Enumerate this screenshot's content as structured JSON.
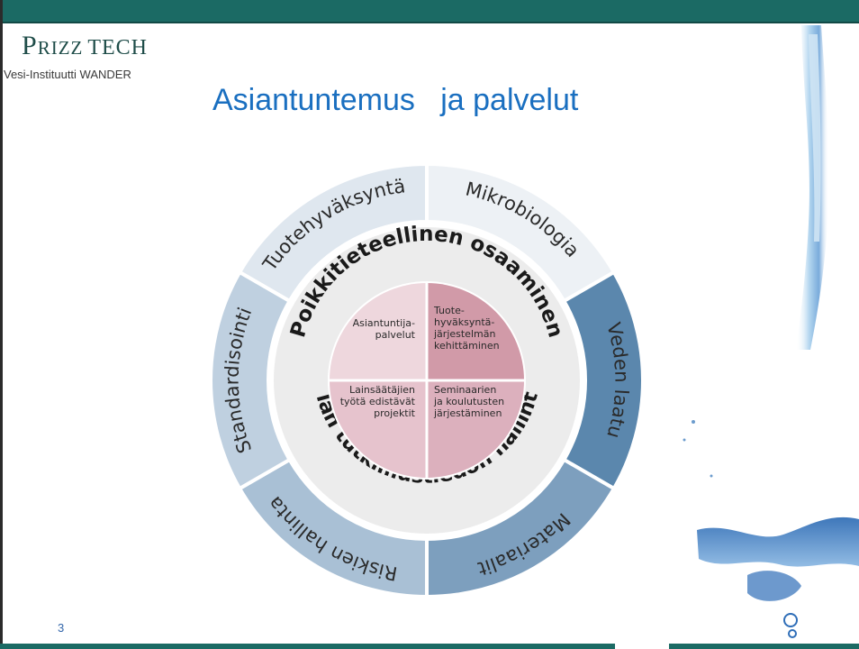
{
  "header": {
    "brand_main": "PRIZZTECH",
    "subtitle": "Vesi-Instituutti WANDER"
  },
  "slide": {
    "title": "Asiantuntemus   ja palvelut",
    "page_number": "3"
  },
  "diagram": {
    "outer_ring": [
      {
        "label": "Tuotehyväksyntä",
        "color": "#dfe7ef"
      },
      {
        "label": "Mikrobiologia",
        "color": "#edf1f5"
      },
      {
        "label": "Veden laatu",
        "color": "#5b87ad"
      },
      {
        "label": "Materiaalit",
        "color": "#7d9fbe"
      },
      {
        "label": "Riskien hallinta",
        "color": "#a9c0d5"
      },
      {
        "label": "Standardisointi",
        "color": "#bfd0e0"
      }
    ],
    "inner_ring": {
      "top_label": "Poikkitieteellinen osaaminen",
      "bottom_label": "Alan tutkimustiedon hallinta",
      "color": "#ececec"
    },
    "quadrants": [
      {
        "lines": [
          "Asiantuntija-",
          "palvelut"
        ],
        "color": "#eed7dd"
      },
      {
        "lines": [
          "Tuote-",
          "hyväksyntä-",
          "järjestelmän",
          "kehittäminen"
        ],
        "color": "#d19aa8"
      },
      {
        "lines": [
          "Lainsäätäjien",
          "työtä edistävät",
          "projektit"
        ],
        "color": "#e6c3cd"
      },
      {
        "lines": [
          "Seminaarien",
          "ja koulutusten",
          "järjestäminen"
        ],
        "color": "#dcb0bd"
      }
    ]
  },
  "colors": {
    "title": "#1a6fc0",
    "logo": "#1f4d49",
    "bar": "#1b6a64"
  }
}
